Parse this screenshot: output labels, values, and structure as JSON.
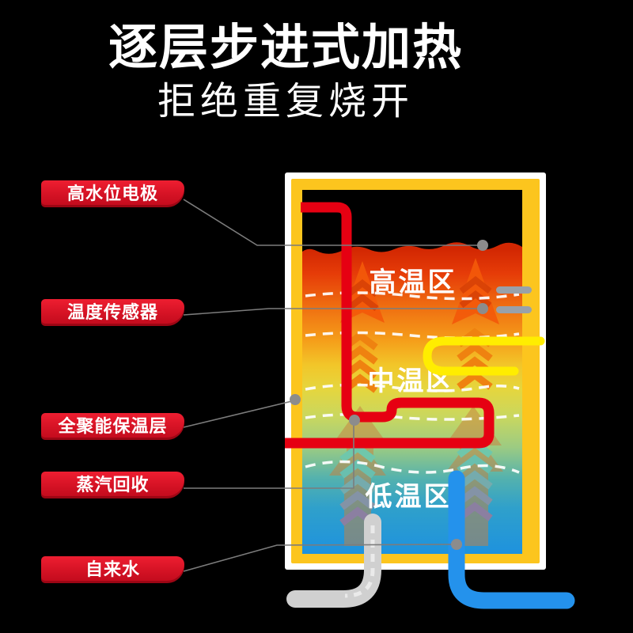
{
  "header": {
    "title": "逐层步进式加热",
    "subtitle": "拒绝重复烧开"
  },
  "callouts": [
    {
      "text": "高水位电极"
    },
    {
      "text": "温度传感器"
    },
    {
      "text": "全聚能保温层"
    },
    {
      "text": "蒸汽回收"
    },
    {
      "text": "自来水"
    }
  ],
  "zones": [
    {
      "label": "高温区"
    },
    {
      "label": "中温区"
    },
    {
      "label": "低温区"
    }
  ],
  "colors": {
    "label_red": "#d41224",
    "pipe_red": "#e60012",
    "element_yellow": "#ffed00",
    "insulation_gold": "#fcc51e",
    "frame_white": "#ffffff",
    "tap_blue": "#2492ec",
    "steam_gray": "#d0d0d0",
    "sensor_gray": "#99a1a9",
    "connector_gray": "#7c7c7c"
  }
}
